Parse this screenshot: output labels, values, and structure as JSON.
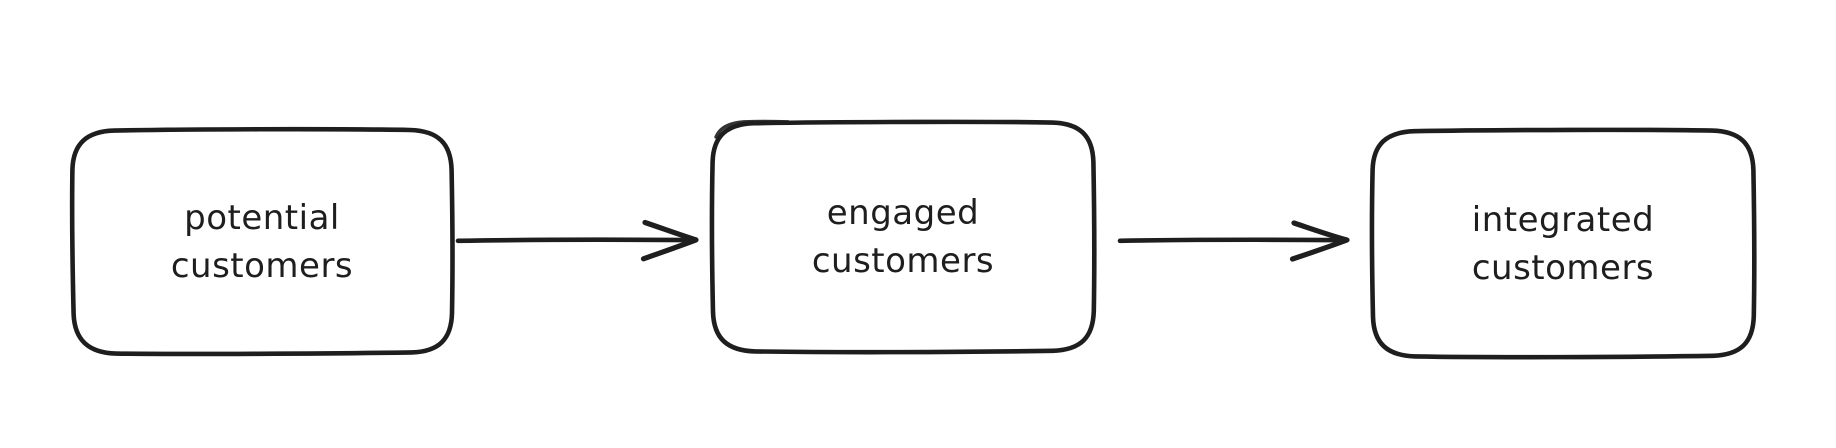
{
  "diagram": {
    "type": "flowchart",
    "style": "hand-drawn",
    "colors": {
      "background": "#ffffff",
      "stroke": "#1e1e1e",
      "text": "#1e1e1e"
    },
    "nodes": [
      {
        "id": "potential-customers",
        "label": "potential\ncustomers"
      },
      {
        "id": "engaged-customers",
        "label": "engaged\ncustomers"
      },
      {
        "id": "integrated-customers",
        "label": "integrated\ncustomers"
      }
    ],
    "edges": [
      {
        "from": "potential-customers",
        "to": "engaged-customers",
        "direction": "right",
        "arrow": "open-chevron"
      },
      {
        "from": "engaged-customers",
        "to": "integrated-customers",
        "direction": "right",
        "arrow": "open-chevron"
      }
    ]
  }
}
